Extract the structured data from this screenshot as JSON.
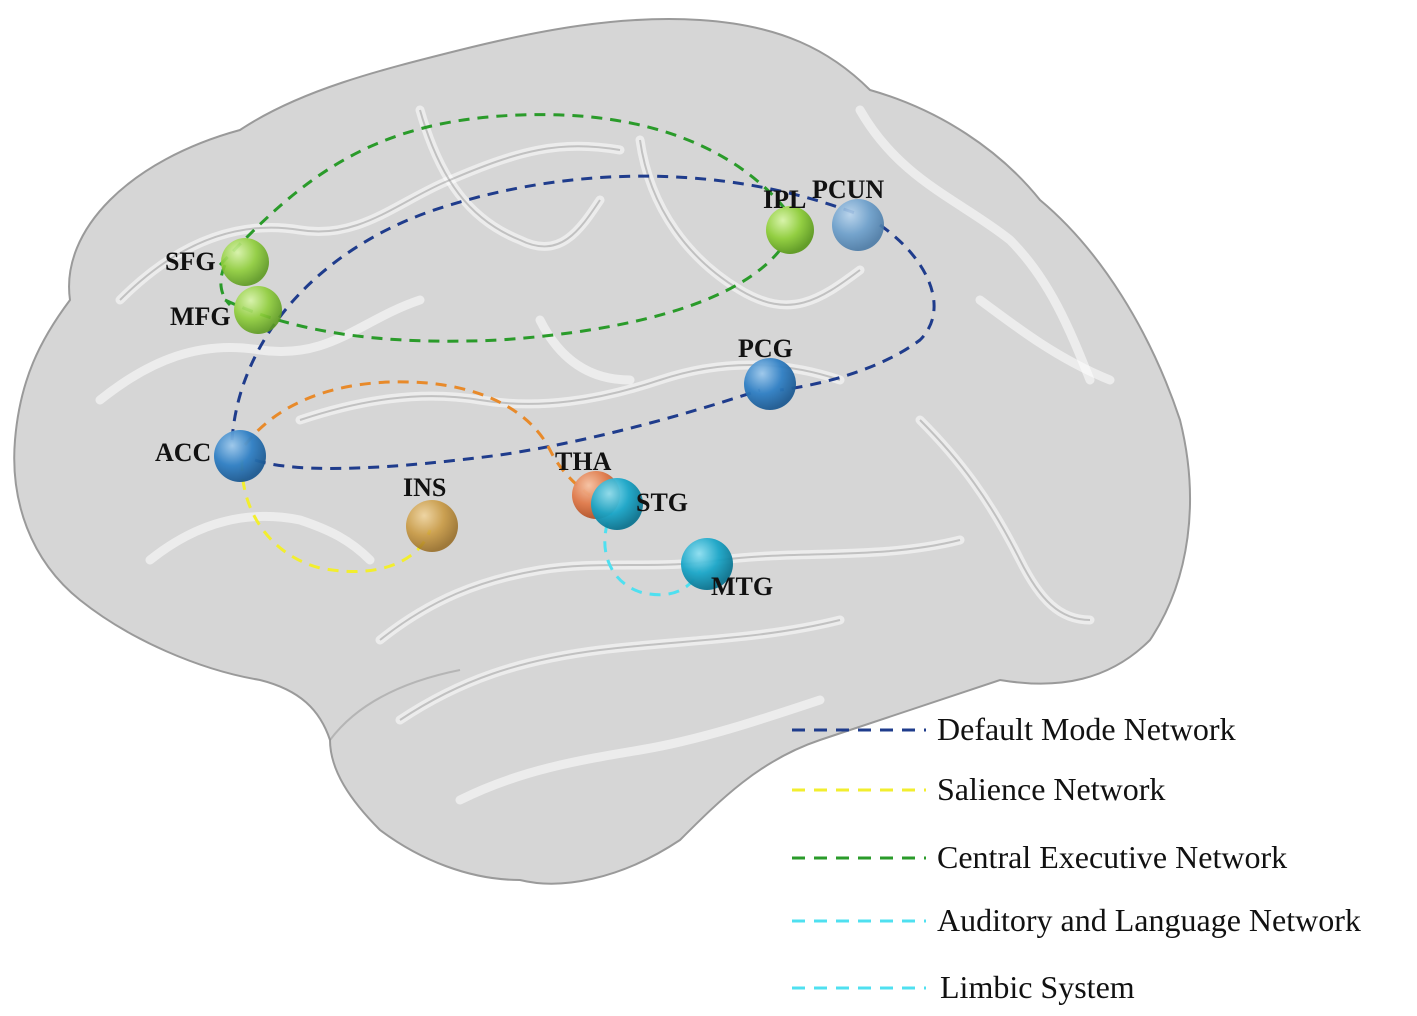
{
  "regions": [
    {
      "id": "SFG",
      "label": "SFG",
      "color": "#8fce3a"
    },
    {
      "id": "MFG",
      "label": "MFG",
      "color": "#8fce3a"
    },
    {
      "id": "IPL",
      "label": "IPL",
      "color": "#8fce3a"
    },
    {
      "id": "PCUN",
      "label": "PCUN",
      "color": "#4a90c8"
    },
    {
      "id": "PCG",
      "label": "PCG",
      "color": "#2f7fc4"
    },
    {
      "id": "ACC",
      "label": "ACC",
      "color": "#2f7fc4"
    },
    {
      "id": "INS",
      "label": "INS",
      "color": "#d19a3a"
    },
    {
      "id": "THA",
      "label": "THA",
      "color": "#e07a4a"
    },
    {
      "id": "STG",
      "label": "STG",
      "color": "#1aa6c8"
    },
    {
      "id": "MTG",
      "label": "MTG",
      "color": "#1aa6c8"
    }
  ],
  "legend": [
    {
      "label": "Default Mode Network",
      "color": "#1f3c8c"
    },
    {
      "label": "Salience Network",
      "color": "#f2ee2e"
    },
    {
      "label": "Central Executive Network",
      "color": "#2a9b2a"
    },
    {
      "label": "Auditory and Language Network",
      "color": "#4fe0f0"
    },
    {
      "label": "Limbic System",
      "color": "#4fe0f0"
    }
  ],
  "connections": [
    {
      "network": "Default Mode Network",
      "color": "#1f3c8c",
      "from": "ACC",
      "to": "PCUN"
    },
    {
      "network": "Default Mode Network",
      "color": "#1f3c8c",
      "from": "ACC",
      "to": "PCG"
    },
    {
      "network": "Default Mode Network",
      "color": "#1f3c8c",
      "from": "PCUN",
      "to": "PCG"
    },
    {
      "network": "Central Executive Network",
      "color": "#2a9b2a",
      "from": "SFG",
      "to": "IPL"
    },
    {
      "network": "Central Executive Network",
      "color": "#2a9b2a",
      "from": "MFG",
      "to": "IPL"
    },
    {
      "network": "Salience Network",
      "color": "#f2ee2e",
      "from": "ACC",
      "to": "INS"
    },
    {
      "network": "Limbic System",
      "color": "#e88a2a",
      "from": "ACC",
      "to": "THA"
    },
    {
      "network": "Auditory and Language Network",
      "color": "#4fe0f0",
      "from": "STG",
      "to": "MTG"
    }
  ]
}
